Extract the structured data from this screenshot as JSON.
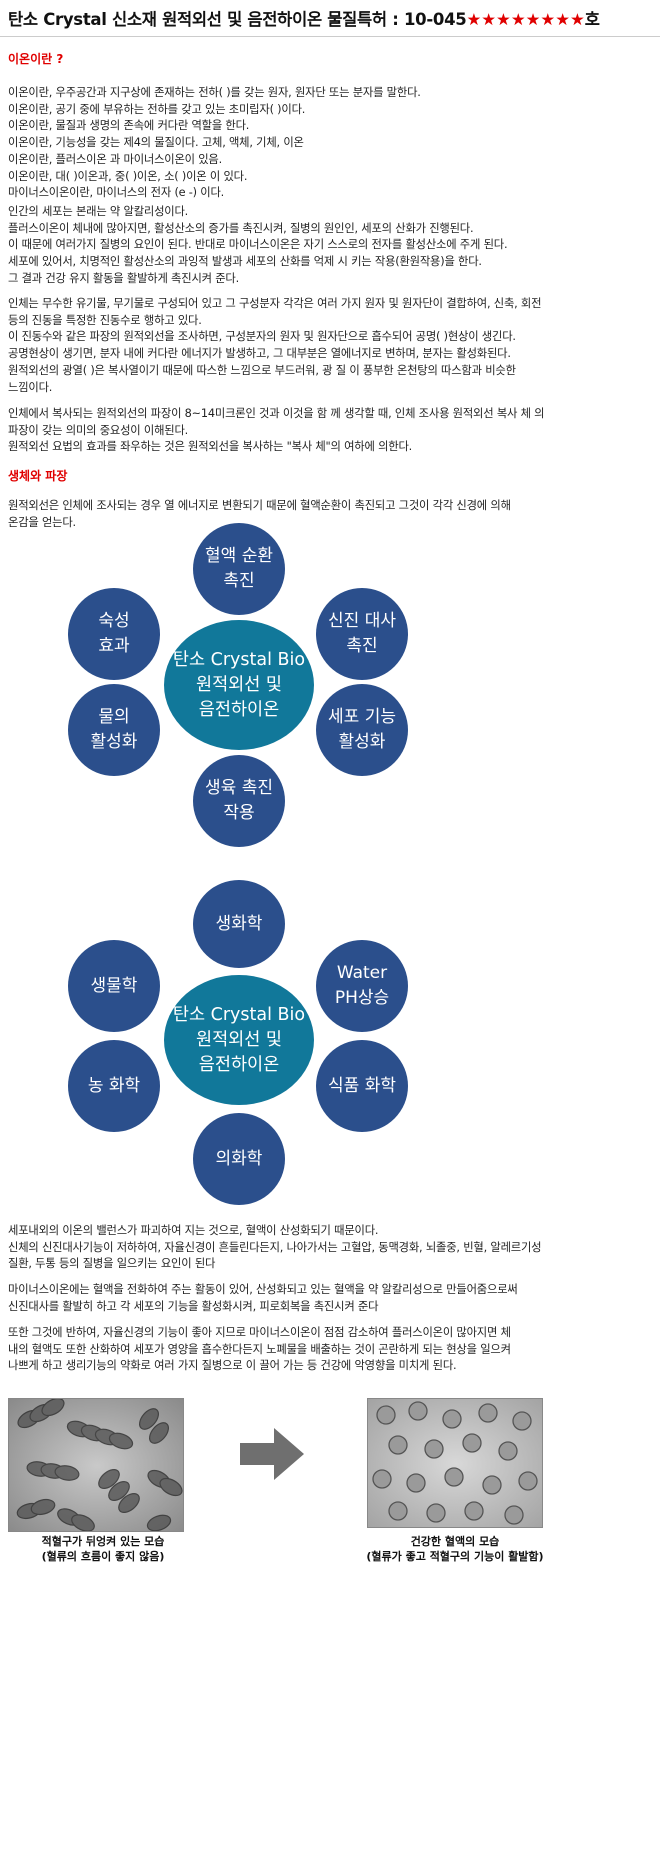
{
  "title": {
    "main": "탄소 Crystal 신소재 원적외선 및 음전하이온 물질특허 : 10-045",
    "stars": "★★★★★★★★",
    "suffix": "호"
  },
  "section1": {
    "heading": "이온이란 ?",
    "block1": [
      "이온이란, 우주공간과 지구상에 존재하는 전하(        )를 갖는 원자, 원자단 또는 분자를 말한다.",
      "이온이란, 공기 중에 부유하는 전하를 갖고 있는 초미립자(              )이다.",
      "이온이란, 물질과 생명의 존속에 커다란 역할을 한다.",
      "이온이란, 기능성을 갖는 제4의 물질이다. 고체, 액체, 기체, 이온",
      "이온이란, 플러스이온 과 마이너스이온이 있음.",
      "이온이란, 대(   )이온과, 중(   )이온, 소(   )이온 이 있다.",
      "마이너스이온이란,  마이너스의 전자 (e -) 이다."
    ],
    "block2": [
      "인간의 세포는 본래는 약 알칼리성이다.",
      "플러스이온이 체내에 많아지면, 활성산소의 증가를 촉진시켜, 질병의 원인인, 세포의 산화가 진행된다.",
      "이 때문에 여러가지 질병의 요인이 된다. 반대로 마이너스이온은 자기 스스로의 전자를 활성산소에 주게 된다.",
      "세포에 있어서, 치명적인 활성산소의 과잉적 발생과 세포의 산화를 억제 시 키는 작용(환원작용)을 한다.",
      "그 결과 건강 유지 활동을 활발하게 촉진시켜 준다."
    ],
    "block3": [
      "인체는 무수한 유기물, 무기물로 구성되어 있고 그 구성분자 각각은 여러 가지 원자 및 원자단이 결합하여, 신축, 회전",
      "등의 진동을 특정한 진동수로 행하고 있다.",
      "이 진동수와  같은 파장의 원적외선을  조사하면, 구성분자의 원자 및 원자단으로 흡수되어 공명(        )현상이 생긴다.",
      "공명현상이 생기면, 분자 내에 커다란 에너지가 발생하고, 그 대부분은 열에너지로 변하며, 분자는 활성화된다.",
      "원적외선의 광열(        )은 복사열이기 때문에 따스한 느낌으로 부드러워, 광 질 이 풍부한 온천탕의 따스함과 비슷한",
      "느낌이다."
    ],
    "block4": [
      "인체에서 복사되는 원적외선의 파장이 8~14미크론인 것과 이것을 함 께 생각할 때, 인체 조사용 원적외선 복사 체 의",
      "파장이 갖는 의미의 중요성이 이해된다.",
      "원적외선 요법의 효과를 좌우하는 것은 원적외선을 복사하는 \"복사 체\"의 여하에 의한다."
    ]
  },
  "section2": {
    "heading": "생체와 파장",
    "intro": [
      "원적외선은 인체에 조사되는 경우 열 에너지로 변환되기 때문에 혈액순환이 촉진되고 그것이 각각 신경에 의해",
      "온감을 얻는다."
    ]
  },
  "diagram1": {
    "center": "탄소 Crystal Bio\n원적외선 및\n음전하이온",
    "nodes": [
      "혈액 순환\n촉진",
      "신진 대사\n촉진",
      "세포 기능\n활성화",
      "생육 촉진\n작용",
      "물의\n활성화",
      "숙성\n효과"
    ]
  },
  "diagram2": {
    "center": "탄소 Crystal Bio\n원적외선 및\n음전하이온",
    "nodes": [
      "생화학",
      "Water\nPH상승",
      "식품 화학",
      "의화학",
      "농 화학",
      "생물학"
    ]
  },
  "section3": {
    "block1": [
      "세포내외의 이온의 밸런스가 파괴하여 지는 것으로, 혈액이 산성화되기 때문이다.",
      "신체의 신진대사기능이 저하하여, 자율신경이 흔들린다든지, 나아가서는 고혈압, 동맥경화, 뇌졸중, 빈혈, 알레르기성",
      "질환, 두통 등의 질병을 일으키는 요인이 된다"
    ],
    "block2": [
      "마이너스이온에는 혈액을 전화하여  주는 활동이 있어, 산성화되고 있는 혈액을 약 알칼리성으로 만들어줌으로써",
      "신진대사를  활발히 하고 각 세포의 기능을 활성화시켜, 피로회복을 촉진시켜 준다"
    ],
    "block3": [
      "또한 그것에 반하여, 자율신경의 기능이 좋아 지므로 마이너스이온이 점점 감소하여 플러스이온이 많아지면 체",
      "내의 혈액도 또한 산화하여 세포가 영양을 흡수한다든지 노폐물을 배출하는 것이 곤란하게 되는 현상을 일으켜",
      "나쁘게 하고 생리기능의 약화로 여러 가지 질병으로 이 끌어 가는 등 건강에 악영향을 미치게 된다."
    ]
  },
  "images": {
    "left_caption": [
      "적혈구가 뒤엉켜 있는 모습",
      "(혈류의 흐름이 좋지 않음)"
    ],
    "right_caption": [
      "건강한 혈액의 모습",
      "(혈류가 좋고 적혈구의 기능이 활발함)"
    ]
  },
  "colors": {
    "heading_red": "#e00000",
    "circle_blue": "#2b4f8c",
    "center_teal": "#11789a",
    "arrow_gray": "#6f6f6f"
  }
}
